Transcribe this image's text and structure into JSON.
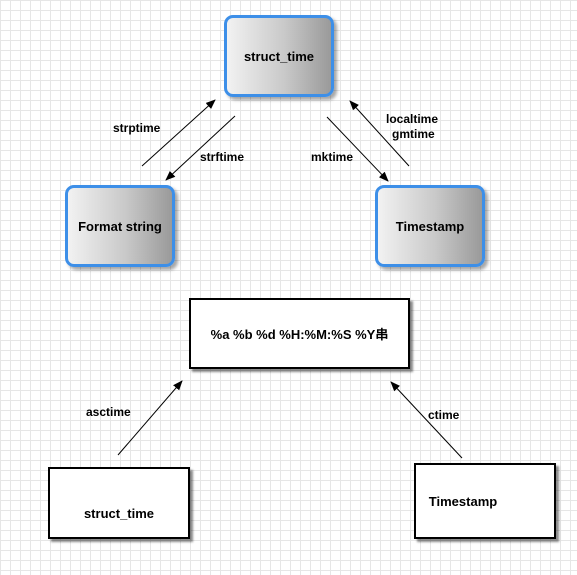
{
  "nodes": {
    "struct_time_top": "struct_time",
    "format_string": "Format string",
    "timestamp_top": "Timestamp",
    "format_output": "%a %b %d %H:%M:%S %Y串",
    "struct_time_bottom": "struct_time",
    "timestamp_bottom": "Timestamp"
  },
  "edges": {
    "strptime": "strptime",
    "strftime": "strftime",
    "mktime": "mktime",
    "localtime": "localtime",
    "gmtime": "gmtime",
    "asctime": "asctime",
    "ctime": "ctime"
  },
  "colors": {
    "node_border": "#3d8fe8",
    "grid": "#e6e6e6",
    "arrow": "#000000"
  }
}
